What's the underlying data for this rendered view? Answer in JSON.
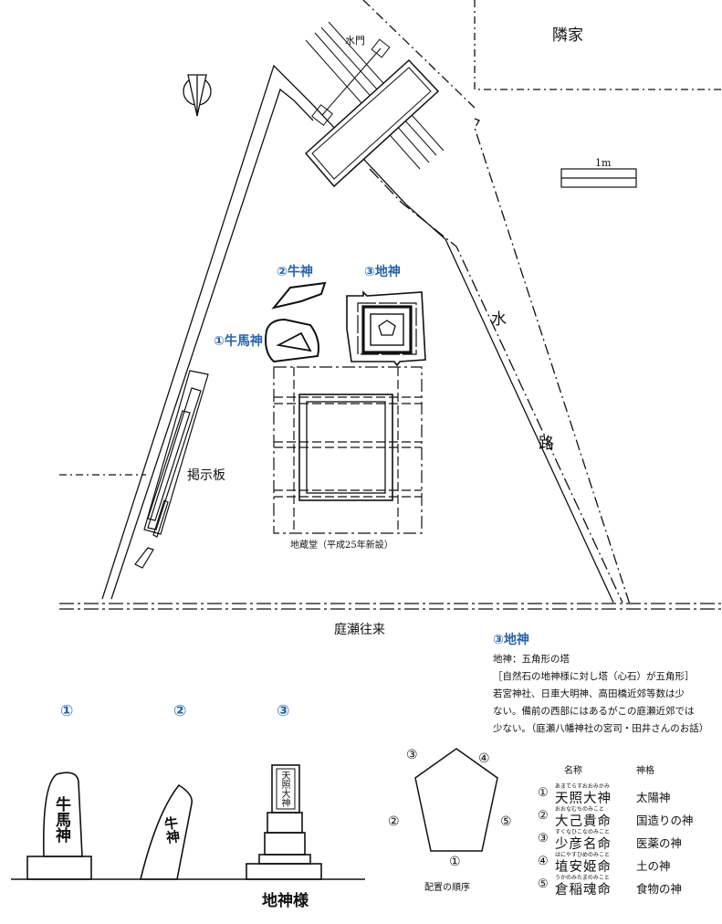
{
  "labels": {
    "neighbor_house": "隣家",
    "water_gate": "水門",
    "water_channel": [
      "水",
      "路"
    ],
    "scale": "1m",
    "god2": "②牛神",
    "god3": "③地神",
    "god1": "①牛馬神",
    "notice_board": "掲示板",
    "jizo_hall": "地蔵堂（平成25年新設）",
    "road": "庭瀬往来"
  },
  "note": {
    "heading": "③地神",
    "lines": [
      "地神：五角形の塔",
      "［自然石の地神様に対し塔（心石）が五角形］",
      "若宮神社、日車大明神、高田橋近郊等数は少",
      "ない。備前の西部にはあるがこの庭瀬近郊では",
      "少ない。（庭瀬八幡神社の宮司・田井さんのお話）"
    ]
  },
  "sketches": {
    "markers": [
      "①",
      "②",
      "③"
    ],
    "stone1": "牛馬神",
    "stone2": "牛神",
    "stone3": "天照大神",
    "caption": "地神様"
  },
  "pentagon": {
    "vertices": [
      "①",
      "②",
      "③",
      "④",
      "⑤"
    ],
    "caption": "配置の順序"
  },
  "deity_table": {
    "headers": [
      "名称",
      "神格"
    ],
    "rows": [
      {
        "num": "①",
        "reading": "あまてらすおおみかみ",
        "name": "天照大神",
        "character": "太陽神"
      },
      {
        "num": "②",
        "reading": "おおなむちのみこと",
        "name": "大己貴命",
        "character": "国造りの神"
      },
      {
        "num": "③",
        "reading": "すくなひこなのみこと",
        "name": "少彦名命",
        "character": "医薬の神"
      },
      {
        "num": "④",
        "reading": "はにやすひめのみこと",
        "name": "埴安姫命",
        "character": "土の神"
      },
      {
        "num": "⑤",
        "reading": "うかのみたまのみこと",
        "name": "倉稲魂命",
        "character": "食物の神"
      }
    ]
  }
}
